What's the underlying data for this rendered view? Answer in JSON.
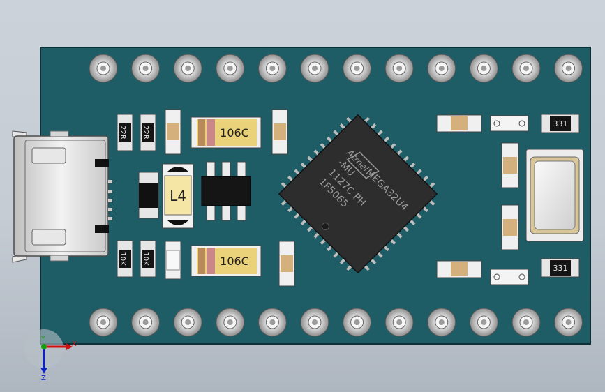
{
  "board": {
    "pcb_color": "#1e5c66",
    "pad_count_top": 12,
    "pad_count_bottom": 12
  },
  "chip": {
    "logo": "Atmel",
    "lines": [
      "MEGA32U4",
      "-MU",
      "1127C PH",
      "1F5065"
    ]
  },
  "capacitors": [
    {
      "label": "106C"
    },
    {
      "label": "106C"
    }
  ],
  "resistors_left": [
    {
      "label": "22R"
    },
    {
      "label": "22R"
    },
    {
      "label": "10K"
    },
    {
      "label": "10K"
    }
  ],
  "resistors_right": [
    {
      "label": "331"
    },
    {
      "label": "331"
    }
  ],
  "diode": {
    "label": "L4"
  },
  "axes": {
    "x": "X",
    "y": "Y",
    "z": "Z"
  }
}
